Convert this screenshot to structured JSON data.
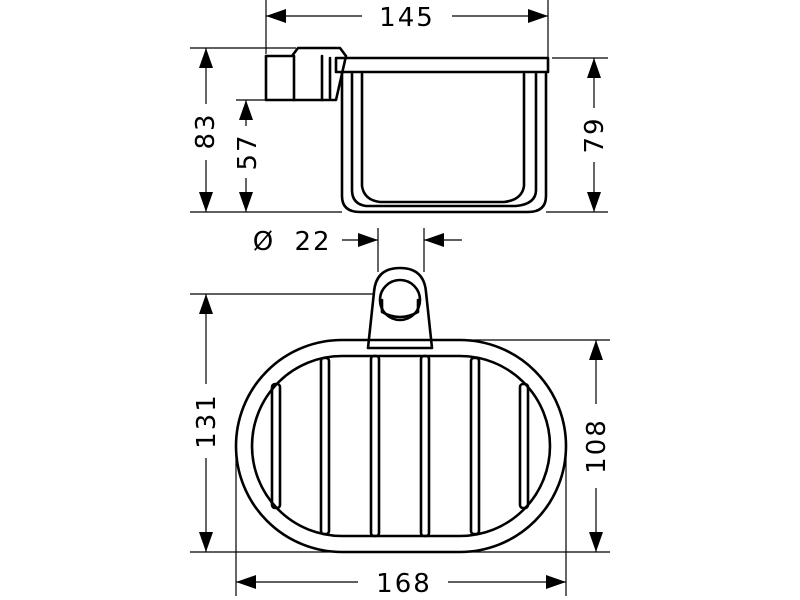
{
  "dimensions": {
    "top_width": "145",
    "overall_height": "83",
    "holder_height": "57",
    "basket_height": "79",
    "diameter_symbol": "Ø",
    "diameter": "22",
    "plan_depth": "131",
    "basket_depth": "108",
    "overall_width": "168"
  }
}
